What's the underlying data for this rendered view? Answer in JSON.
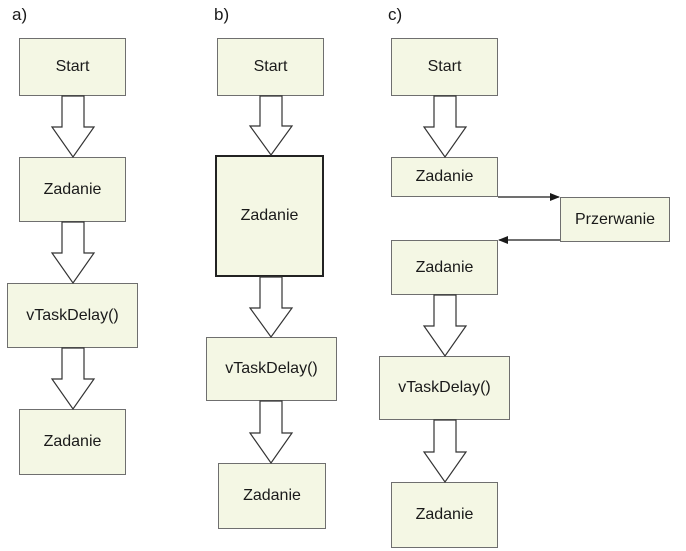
{
  "panels": [
    {
      "label": "a)",
      "steps": [
        "Start",
        "Zadanie",
        "vTaskDelay()",
        "Zadanie"
      ]
    },
    {
      "label": "b)",
      "steps": [
        "Start",
        "Zadanie",
        "vTaskDelay()",
        "Zadanie"
      ]
    },
    {
      "label": "c)",
      "steps": [
        "Start",
        "Zadanie",
        "Przerwanie",
        "Zadanie",
        "vTaskDelay()",
        "Zadanie"
      ]
    }
  ],
  "colors": {
    "box_fill": "#f4f7e4",
    "box_border": "#6f6f6f",
    "arrow_stroke": "#333333"
  }
}
